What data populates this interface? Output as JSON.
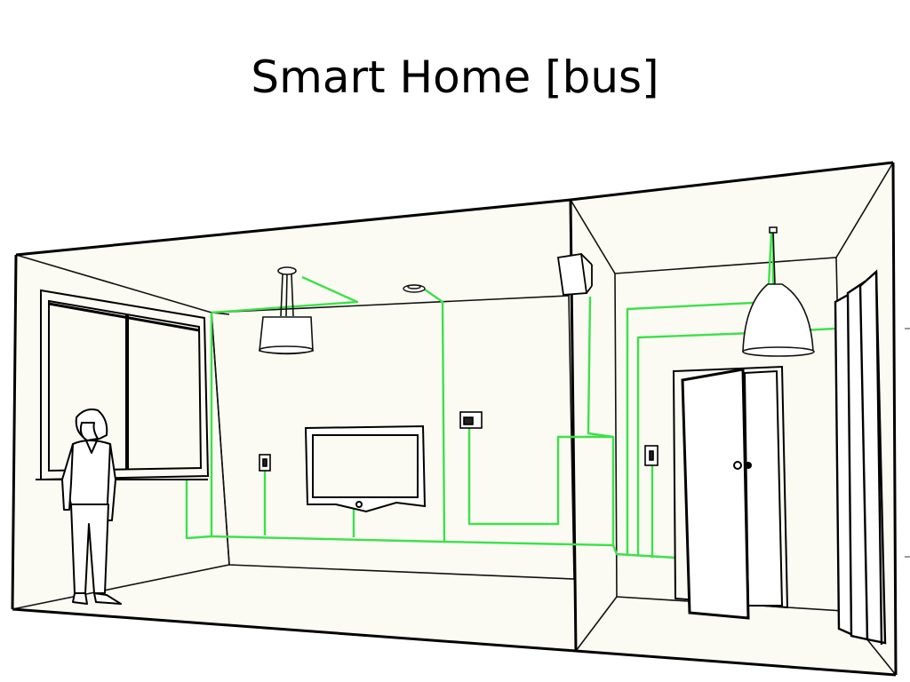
{
  "slide": {
    "title": "Smart Home [bus]"
  },
  "colors": {
    "bus_wire": "#3ee04a",
    "room_fill": "#fbfbf3",
    "line": "#111111",
    "background": "#ffffff"
  },
  "diagram": {
    "rooms": [
      "living-room",
      "side-room"
    ],
    "devices": [
      "pendant-lamp",
      "smoke-detector",
      "wall-thermostat",
      "tv-screen",
      "light-switch",
      "light-switch",
      "control-box",
      "bell-pendant-lamp",
      "door",
      "wardrobe-doors",
      "window",
      "person"
    ]
  }
}
